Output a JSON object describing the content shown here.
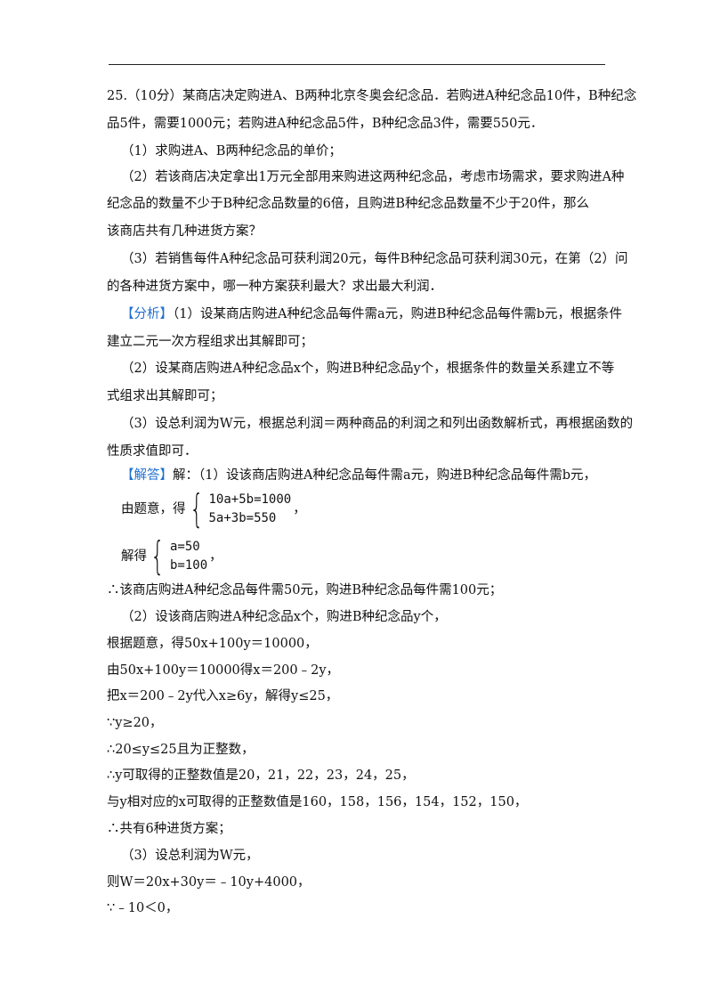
{
  "problem": {
    "statement_1": "25.（10分）某商店决定购进A、B两种北京冬奥会纪念品．若购进A种纪念品10件，B种纪念",
    "statement_2": "品5件，需要1000元；若购进A种纪念品5件，B种纪念品3件，需要550元．",
    "q1": "（1）求购进A、B两种纪念品的单价；",
    "q2_1": "（2）若该商店决定拿出1万元全部用来购进这两种纪念品，考虑市场需求，要求购进A种",
    "q2_2": "纪念品的数量不少于B种纪念品数量的6倍，且购进B种纪念品数量不少于20件，那么",
    "q2_3": "该商店共有几种进货方案？",
    "q3_1": "（3）若销售每件A种纪念品可获利润20元，每件B种纪念品可获利润30元，在第（2）问",
    "q3_2": "的各种进货方案中，哪一种方案获利最大？求出最大利润．"
  },
  "analysis": {
    "tag": "【分析】",
    "a1_1": "（1）设某商店购进A种纪念品每件需a元，购进B种纪念品每件需b元，根据条件",
    "a1_2": "建立二元一次方程组求出其解即可；",
    "a2_1": "（2）设某商店购进A种纪念品x个，购进B种纪念品y个，根据条件的数量关系建立不等",
    "a2_2": "式组求出其解即可；",
    "a3_1": "（3）设总利润为W元，根据总利润＝两种商品的利润之和列出函数解析式，再根据函数的",
    "a3_2": "性质求值即可．"
  },
  "answer": {
    "tag": "【解答】",
    "s1": "解：（1）设该商店购进A种纪念品每件需a元，购进B种纪念品每件需b元，",
    "s2_prefix": "由题意，得",
    "eq1": "10a+5b=1000",
    "eq2": "5a+3b=550",
    "s2_suffix": "，",
    "s3_prefix": "解得",
    "sol1": "a=50",
    "sol2": "b=100",
    "s3_suffix": "，",
    "s4": "∴该商店购进A种纪念品每件需50元，购进B种纪念品每件需100元；",
    "s5": "（2）设该商店购进A种纪念品x个，购进B种纪念品y个，",
    "s6": "根据题意，得50x+100y＝10000，",
    "s7": "由50x+100y＝10000得x＝200﹣2y，",
    "s8": "把x＝200﹣2y代入x≥6y，解得y≤25，",
    "s9": "∵y≥20，",
    "s10": "∴20≤y≤25且为正整数，",
    "s11": "∴y可取得的正整数值是20，21，22，23，24，25，",
    "s12": "与y相对应的x可取得的正整数值是160，158，156，154，152，150，",
    "s13": "∴共有6种进货方案；",
    "s14": "（3）设总利润为W元，",
    "s15": "则W＝20x+30y＝﹣10y+4000，",
    "s16": "∵﹣10＜0，"
  },
  "colors": {
    "tag": "#1f6fd1",
    "text": "#111111"
  }
}
